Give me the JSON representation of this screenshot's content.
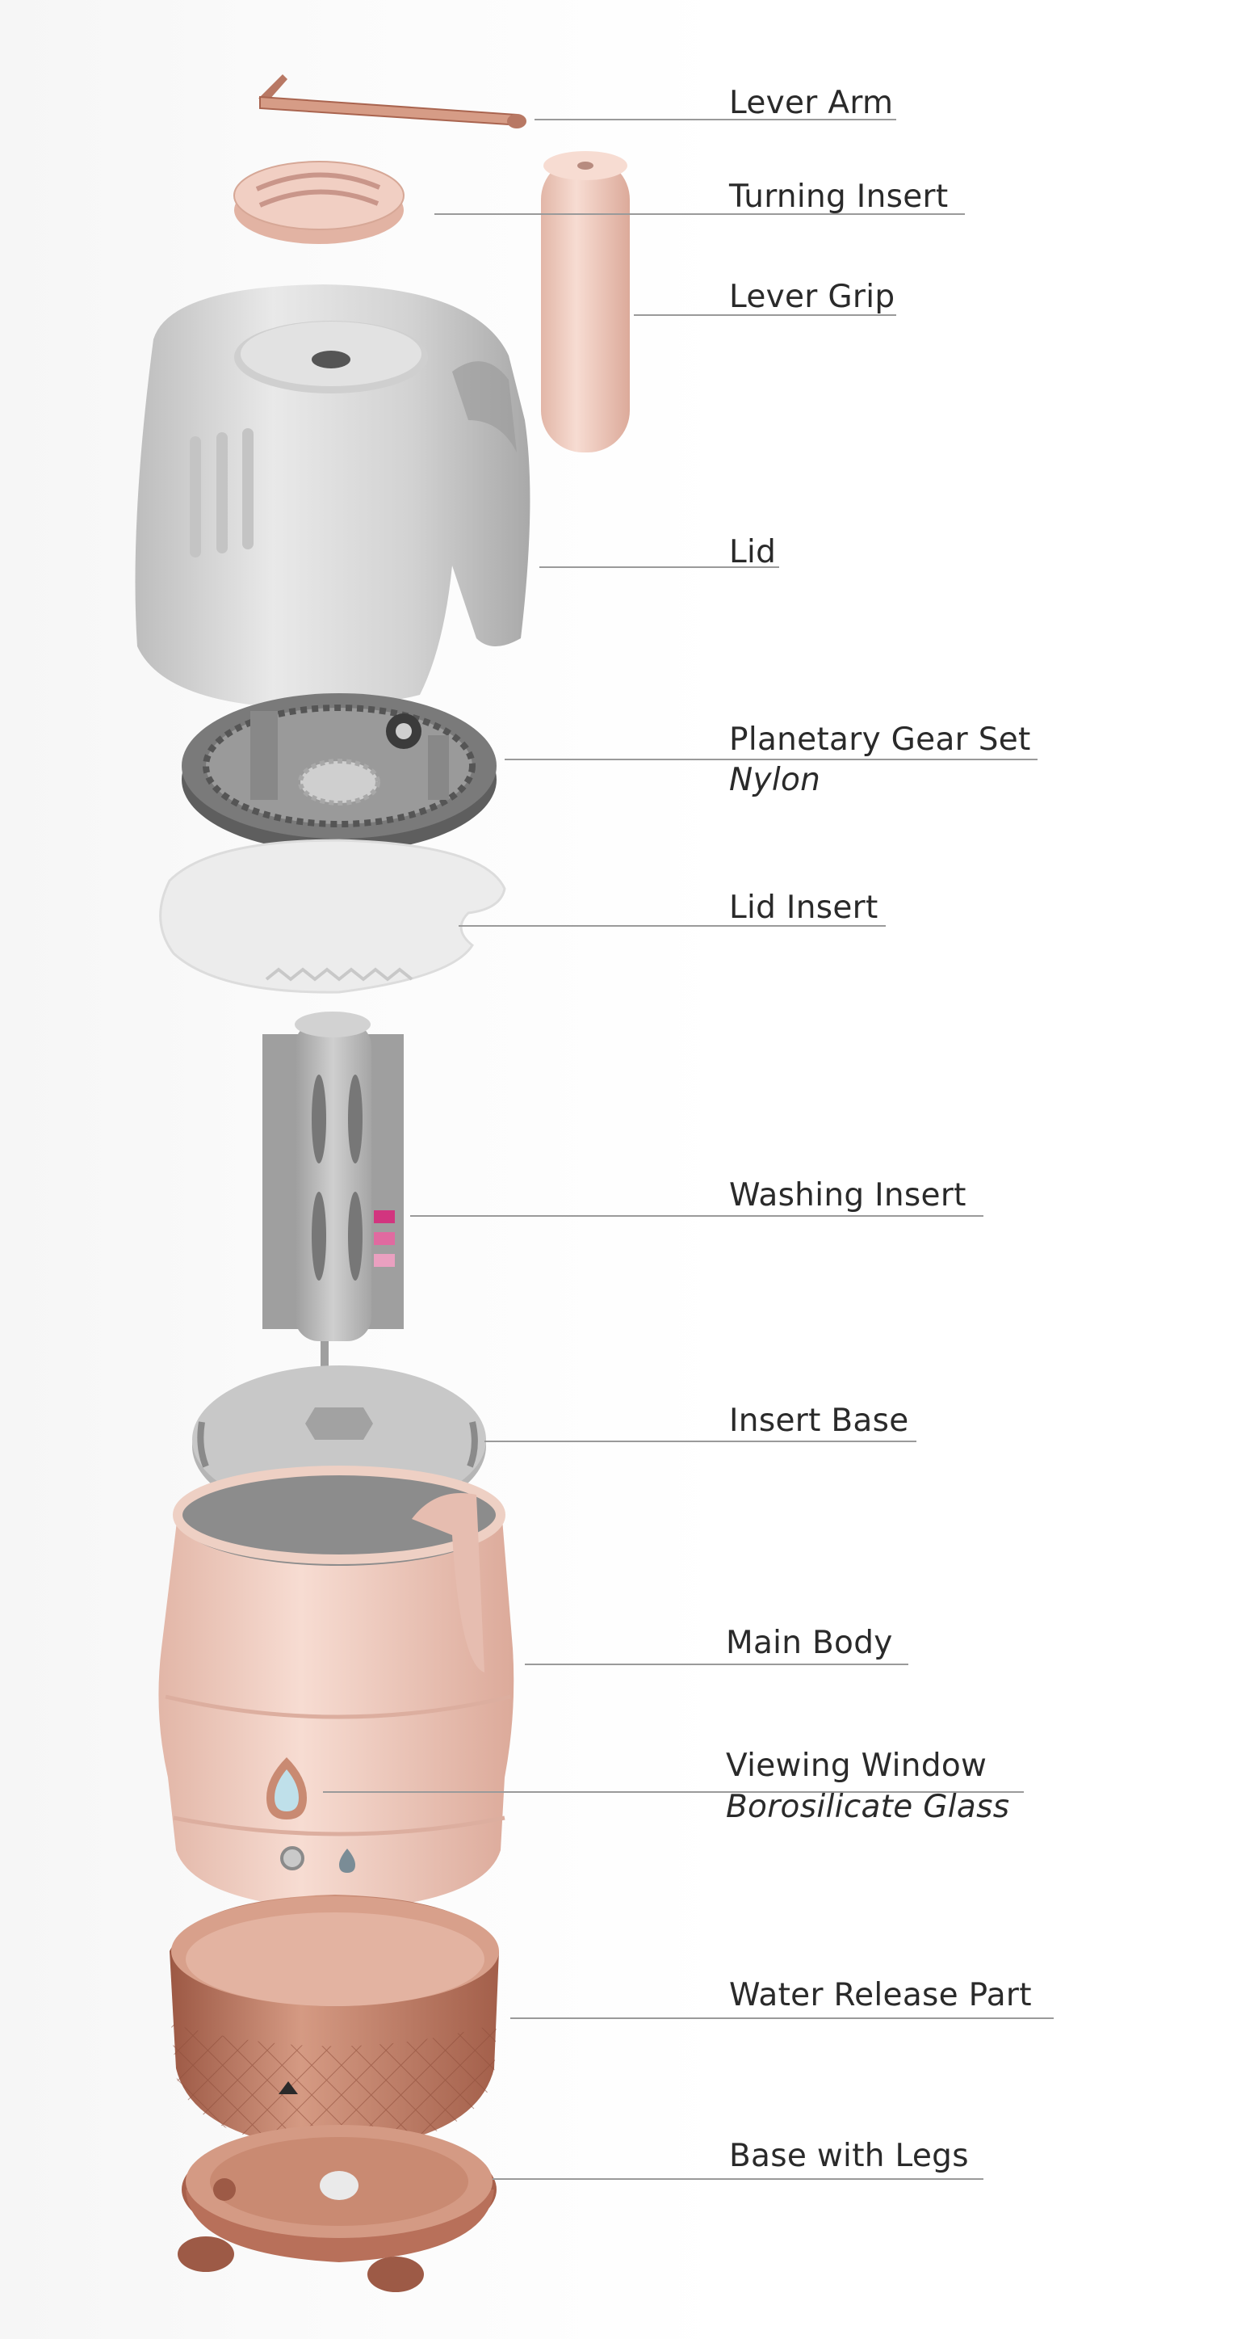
{
  "labels": {
    "lever_arm": "Lever Arm",
    "turning_insert": "Turning Insert",
    "lever_grip": "Lever Grip",
    "lid": "Lid",
    "planetary_gear_set": "Planetary Gear Set",
    "planetary_gear_set_material": "Nylon",
    "lid_insert": "Lid Insert",
    "washing_insert": "Washing Insert",
    "insert_base": "Insert Base",
    "main_body": "Main Body",
    "viewing_window": "Viewing Window",
    "viewing_window_material": "Borosilicate Glass",
    "water_release_part": "Water Release Part",
    "base_with_legs": "Base with Legs"
  },
  "colors": {
    "copper": "#c98a72",
    "copper_dark": "#a9644f",
    "blush": "#f3d2c6",
    "lid_gray": "#dcdcdc",
    "gear_gray": "#6e6e6e",
    "insert_gray": "#b8b8b8",
    "leader_line": "#9a9a9a",
    "text": "#2a2a2a",
    "accent_magenta": "#d2357f"
  }
}
